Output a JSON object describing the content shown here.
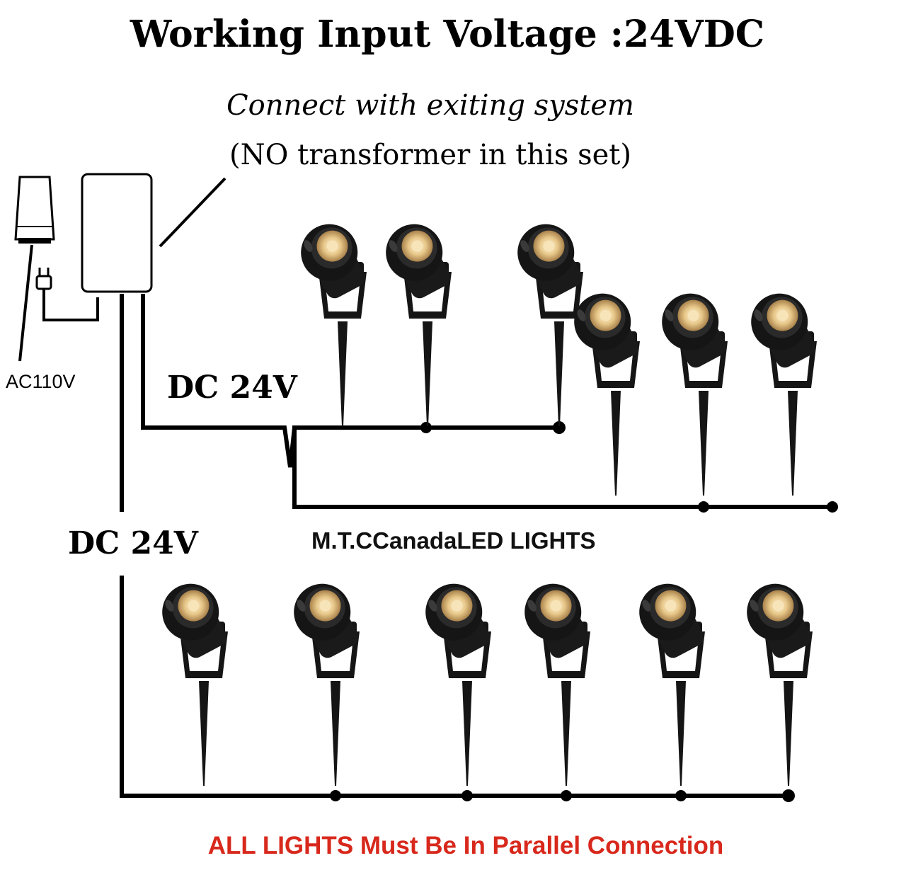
{
  "title": "Working Input Voltage :24VDC",
  "subtitle": "Connect with exiting system",
  "note": "(NO transformer in this set)",
  "ac_label": "AC110V",
  "dc_label_upper": "DC 24V",
  "dc_label_lower": "DC 24V",
  "brand": "M.T.CCanadaLED LIGHTS",
  "footer": "ALL LIGHTS Must Be In Parallel Connection",
  "colors": {
    "footer_text": "#d8281c",
    "lamp_body": "#151515",
    "lens": "#e8c88a"
  },
  "icons": [
    "wall-outlet-icon",
    "plug-icon",
    "transformer-box-icon",
    "spotlight-icon"
  ]
}
